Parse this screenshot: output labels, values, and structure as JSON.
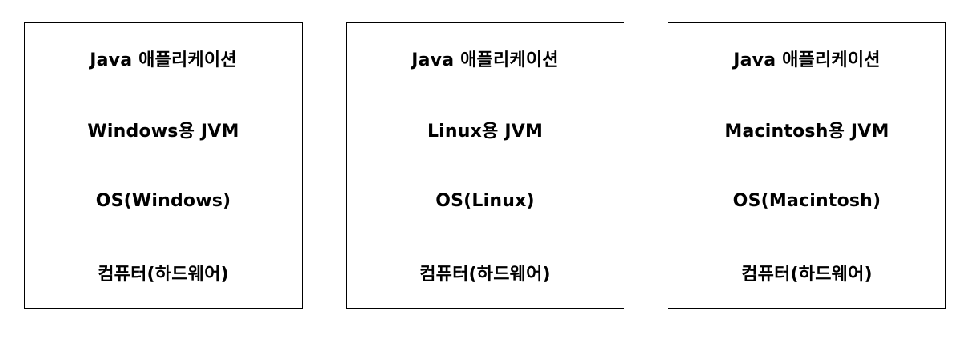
{
  "stacks": [
    {
      "layers": [
        "Java 애플리케이션",
        "Windows용 JVM",
        "OS(Windows)",
        "컴퓨터(하드웨어)"
      ]
    },
    {
      "layers": [
        "Java 애플리케이션",
        "Linux용 JVM",
        "OS(Linux)",
        "컴퓨터(하드웨어)"
      ]
    },
    {
      "layers": [
        "Java 애플리케이션",
        "Macintosh용 JVM",
        "OS(Macintosh)",
        "컴퓨터(하드웨어)"
      ]
    }
  ]
}
